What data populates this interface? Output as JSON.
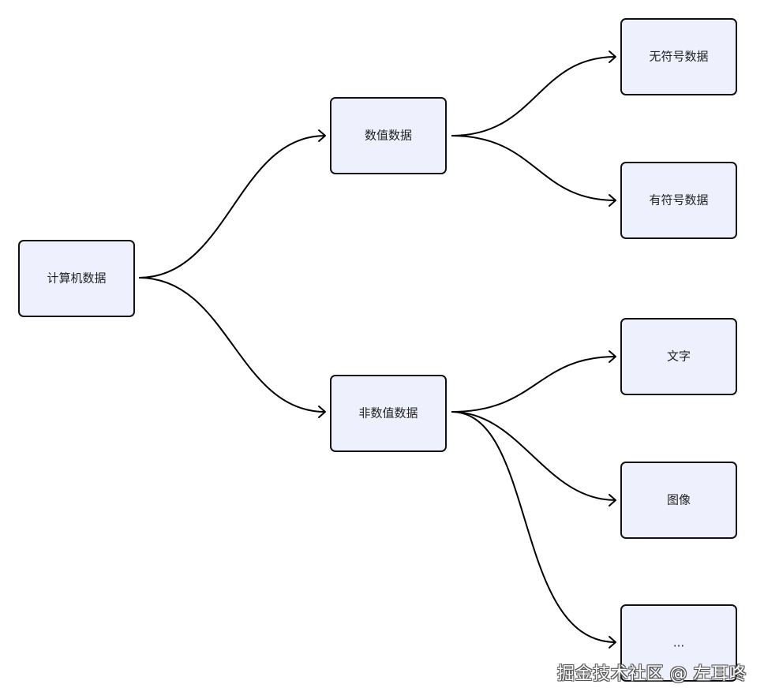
{
  "nodes": {
    "root": {
      "label": "计算机数据"
    },
    "numeric": {
      "label": "数值数据"
    },
    "non_numeric": {
      "label": "非数值数据"
    },
    "unsigned": {
      "label": "无符号数据"
    },
    "signed": {
      "label": "有符号数据"
    },
    "text": {
      "label": "文字"
    },
    "image": {
      "label": "图像"
    },
    "more": {
      "label": "..."
    }
  },
  "edges": [
    {
      "from": "计算机数据",
      "to": "数值数据"
    },
    {
      "from": "计算机数据",
      "to": "非数值数据"
    },
    {
      "from": "数值数据",
      "to": "无符号数据"
    },
    {
      "from": "数值数据",
      "to": "有符号数据"
    },
    {
      "from": "非数值数据",
      "to": "文字"
    },
    {
      "from": "非数值数据",
      "to": "图像"
    },
    {
      "from": "非数值数据",
      "to": "..."
    }
  ],
  "watermark": "掘金技术社区 @ 左耳咚",
  "colors": {
    "node_fill": "#eef1fd",
    "node_stroke": "#111111",
    "edge": "#000000"
  }
}
